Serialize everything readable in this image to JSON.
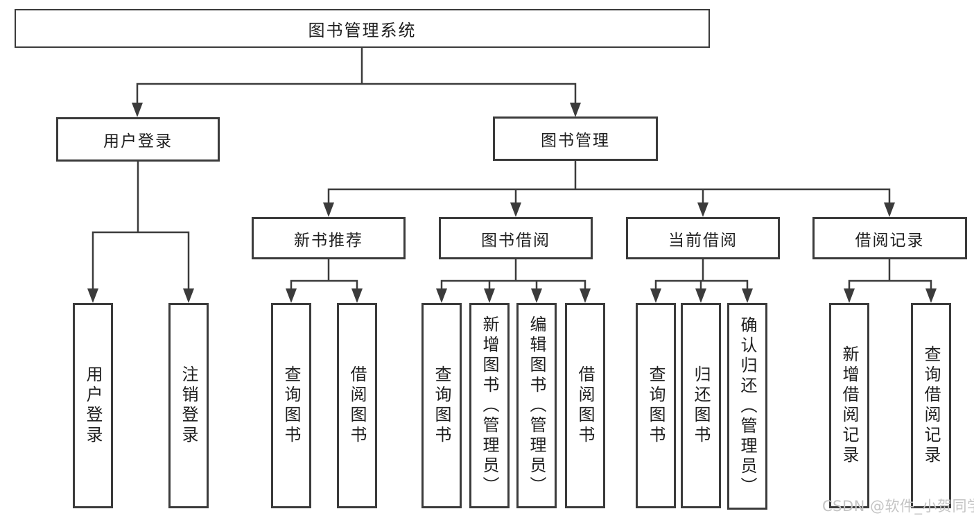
{
  "diagram": {
    "title": "图书管理系统",
    "branches": [
      {
        "label": "用户登录",
        "children": [
          "用户登录",
          "注销登录"
        ]
      },
      {
        "label": "图书管理",
        "groups": [
          {
            "label": "新书推荐",
            "children": [
              "查询图书",
              "借阅图书"
            ]
          },
          {
            "label": "图书借阅",
            "children": [
              "查询图书",
              "新增图书（管理员）",
              "编辑图书（管理员）",
              "借阅图书"
            ]
          },
          {
            "label": "当前借阅",
            "children": [
              "查询图书",
              "归还图书",
              "确认归还（管理员）"
            ]
          },
          {
            "label": "借阅记录",
            "children": [
              "新增借阅记录",
              "查询借阅记录"
            ]
          }
        ]
      }
    ]
  },
  "watermark": "CSDN @软件_小贺同学",
  "colors": {
    "line": "#3b3b3b",
    "text": "#1f1f1f",
    "box_background": "#ffffff",
    "watermark": "#c4c4c4"
  }
}
